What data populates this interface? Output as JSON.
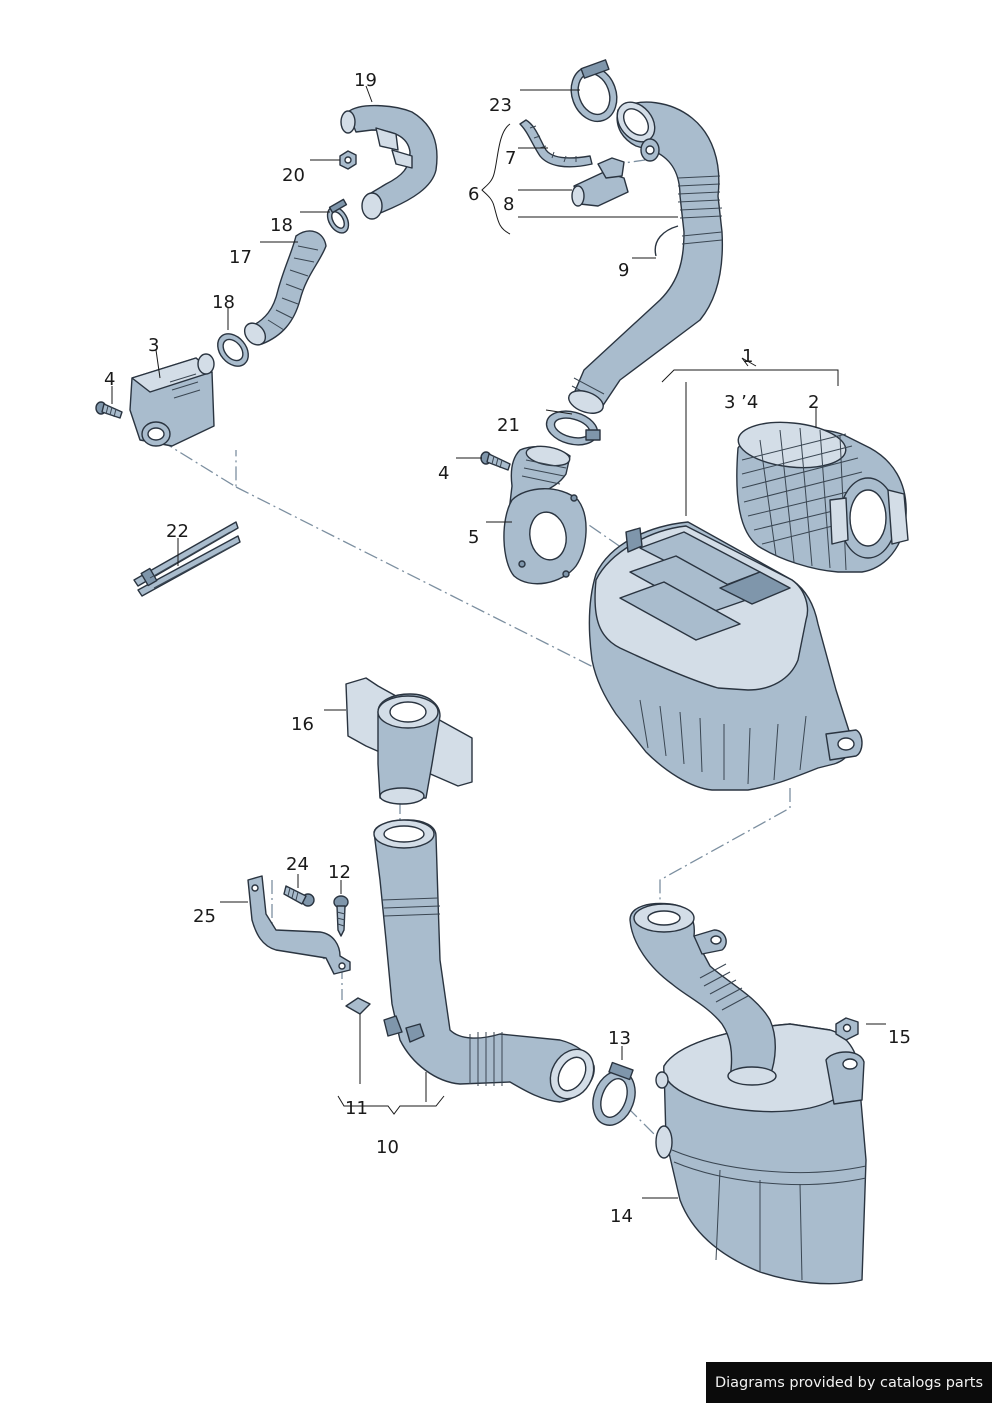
{
  "labels": {
    "p1": "1",
    "p2": "2",
    "p3a": "3",
    "p3b": "3 ’4",
    "p4a": "4",
    "p4b": "4",
    "p5": "5",
    "p6": "6",
    "p7": "7",
    "p8": "8",
    "p9": "9",
    "p10": "10",
    "p11": "11",
    "p12": "12",
    "p13": "13",
    "p14": "14",
    "p15": "15",
    "p16": "16",
    "p17": "17",
    "p18a": "18",
    "p18b": "18",
    "p19": "19",
    "p20": "20",
    "p21": "21",
    "p22": "22",
    "p23": "23",
    "p24": "24",
    "p25": "25"
  },
  "credit": "Diagrams provided by catalogs parts",
  "colors": {
    "part_fill": "#a9bccd",
    "part_light": "#d3dde7",
    "part_dark": "#7f96ab",
    "dash_line": "#7c8fa0"
  }
}
